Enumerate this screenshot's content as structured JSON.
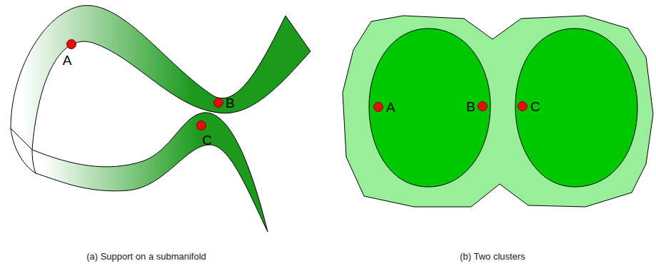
{
  "diagram": {
    "labels": [
      "A",
      "B",
      "C",
      "A",
      "B",
      "C",
      "(a) Support on a submanifold",
      "(b) Two clusters"
    ]
  }
}
